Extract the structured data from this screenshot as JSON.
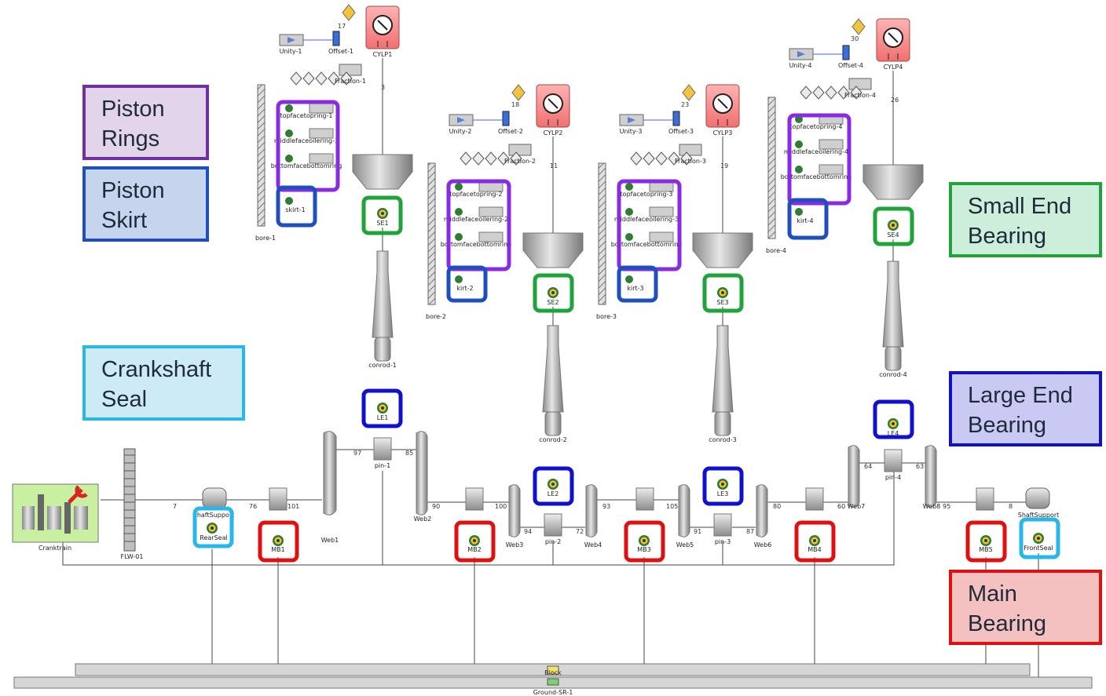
{
  "legend": {
    "piston_rings": "Piston\nRings",
    "piston_skirt": "Piston\nSkirt",
    "crankshaft_seal": "Crankshaft\nSeal",
    "small_end_bearing": "Small End\nBearing",
    "large_end_bearing": "Large End\nBearing",
    "main_bearing": "Main\nBearing"
  },
  "colors": {
    "piston_rings": "#8a2be2",
    "piston_skirt": "#1f4fbf",
    "crankshaft_seal": "#29b6e8",
    "small_end_bearing": "#1fa33a",
    "large_end_bearing": "#1010d0",
    "main_bearing": "#e01010"
  },
  "cylinders": [
    {
      "cylp": "CYLP1",
      "unity": "Unity-1",
      "offset": "Offset-1",
      "fraction": "Fraction-1",
      "bore": "bore-1",
      "skirt": "skirt-1",
      "se": "SE1",
      "conrod": "conrod-1",
      "le": "LE1",
      "pin": "pin-1",
      "ring_top": "topfacetopring-1",
      "ring_mid": "middlefaceoilering-1",
      "ring_bot": "bottomfacebottomring"
    },
    {
      "cylp": "CYLP2",
      "unity": "Unity-2",
      "offset": "Offset-2",
      "fraction": "Fraction-2",
      "bore": "bore-2",
      "skirt": "kirt-2",
      "se": "SE2",
      "conrod": "conrod-2",
      "le": "LE2",
      "pin": "pin-2",
      "ring_top": "topfacetopring-2",
      "ring_mid": "middlefaceoilering-2",
      "ring_bot": "bottomfacebottomring"
    },
    {
      "cylp": "CYLP3",
      "unity": "Unity-3",
      "offset": "Offset-3",
      "fraction": "Fraction-3",
      "bore": "bore-3",
      "skirt": "kirt-3",
      "se": "SE3",
      "conrod": "conrod-3",
      "le": "LE3",
      "pin": "pin-3",
      "ring_top": "topfacetopring-3",
      "ring_mid": "middlefaceoilering-3",
      "ring_bot": "bottomfacebottomring"
    },
    {
      "cylp": "CYLP4",
      "unity": "Unity-4",
      "offset": "Offset-4",
      "fraction": "Fraction-4",
      "bore": "bore-4",
      "skirt": "kirt-4",
      "se": "SE4",
      "conrod": "conrod-4",
      "le": "LE4",
      "pin": "pin-4",
      "ring_top": "topfacetopring-4",
      "ring_mid": "middlefaceoilering-4",
      "ring_bot": "bottomfacebottomring"
    }
  ],
  "crank": {
    "cranktrain": "Cranktrain",
    "flywheel": "FLW-01",
    "shaft_support_left": "ShaftSupport",
    "rear_seal": "RearSeal",
    "shaft_support_right": "ShaftSupport",
    "front_seal": "FrontSeal",
    "webs": [
      "Web1",
      "Web2",
      "Web3",
      "Web4",
      "Web5",
      "Web6",
      "Web7",
      "Web8"
    ],
    "main_bearings": [
      "MB1",
      "MB2",
      "MB3",
      "MB4",
      "MB5"
    ],
    "block": "Block",
    "ground": "Ground-SR-1"
  },
  "port_numbers": {
    "n7": "7",
    "n76": "76",
    "n101": "101",
    "n97": "97",
    "n85": "85",
    "n90": "90",
    "n100": "100",
    "n94": "94",
    "n72": "72",
    "n93": "93",
    "n105": "105",
    "n91": "91",
    "n87": "87",
    "n80": "80",
    "n60": "60",
    "n64": "64",
    "n63": "63",
    "n95": "95",
    "n8": "8",
    "n17": "17",
    "n18": "18",
    "n23": "23",
    "n30": "30",
    "n3": "3",
    "n11": "11",
    "n19": "19",
    "n26": "26"
  }
}
